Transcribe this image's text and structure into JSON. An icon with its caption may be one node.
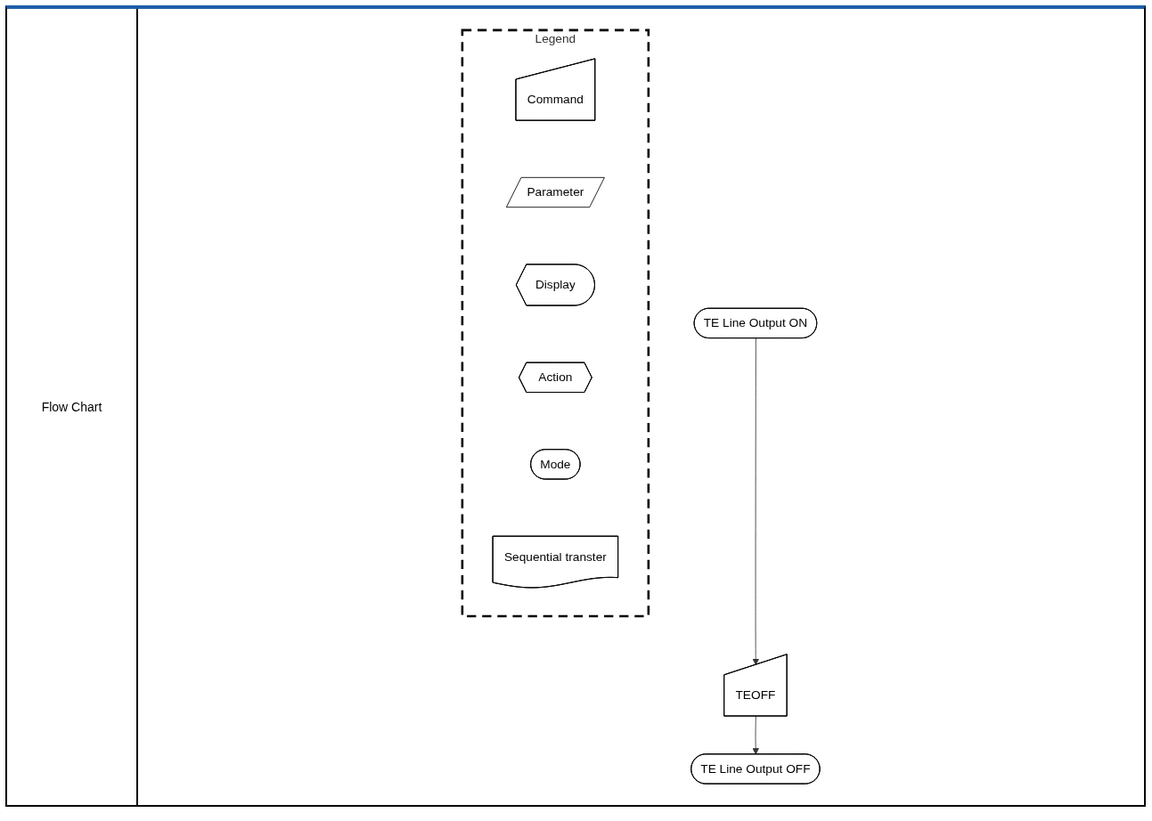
{
  "diagram": {
    "nodes": [
      {
        "text": [
          "TE Line Output ON"
        ]
      },
      {
        "text": [
          "TEOFF"
        ]
      },
      {
        "text": [
          "TE Line Output OFF"
        ]
      },
      {
        "text": [
          "Legend"
        ]
      },
      {
        "text": [
          "Command"
        ],
        "in": 3
      },
      {
        "text": [
          "Parameter"
        ],
        "in": 3
      },
      {
        "text": [
          "Display"
        ],
        "in": 3
      },
      {
        "text": [
          "Action"
        ],
        "in": 3
      },
      {
        "text": [
          "Mode"
        ],
        "in": 3
      },
      {
        "text": [
          "Sequential transter"
        ],
        "in": 3
      }
    ],
    "edges": [
      {
        "from": 0,
        "to": 1,
        "arrow": "to"
      },
      {
        "from": 1,
        "to": 2,
        "arrow": "to"
      }
    ],
    "labels": [
      "Flow Chart"
    ]
  }
}
